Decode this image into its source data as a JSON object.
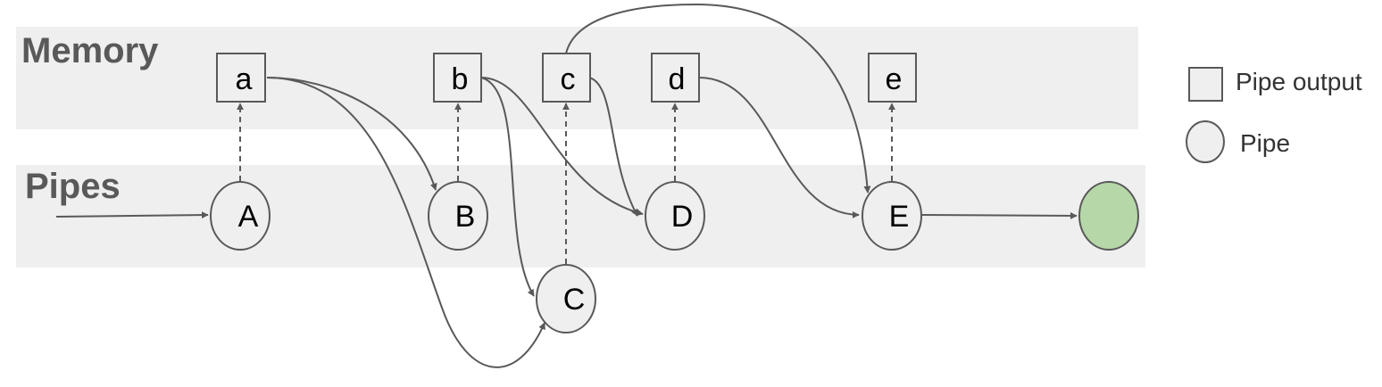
{
  "sections": {
    "memory_title": "Memory",
    "pipes_title": "Pipes"
  },
  "memory_nodes": {
    "a": "a",
    "b": "b",
    "c": "c",
    "d": "d",
    "e": "e"
  },
  "pipe_nodes": {
    "A": "A",
    "B": "B",
    "C": "C",
    "D": "D",
    "E": "E"
  },
  "legend": {
    "pipe_output_label": "Pipe output",
    "pipe_label": "Pipe"
  },
  "colors": {
    "band_fill": "#efefef",
    "node_stroke": "#595959",
    "sink_fill": "#b6d7a8"
  }
}
